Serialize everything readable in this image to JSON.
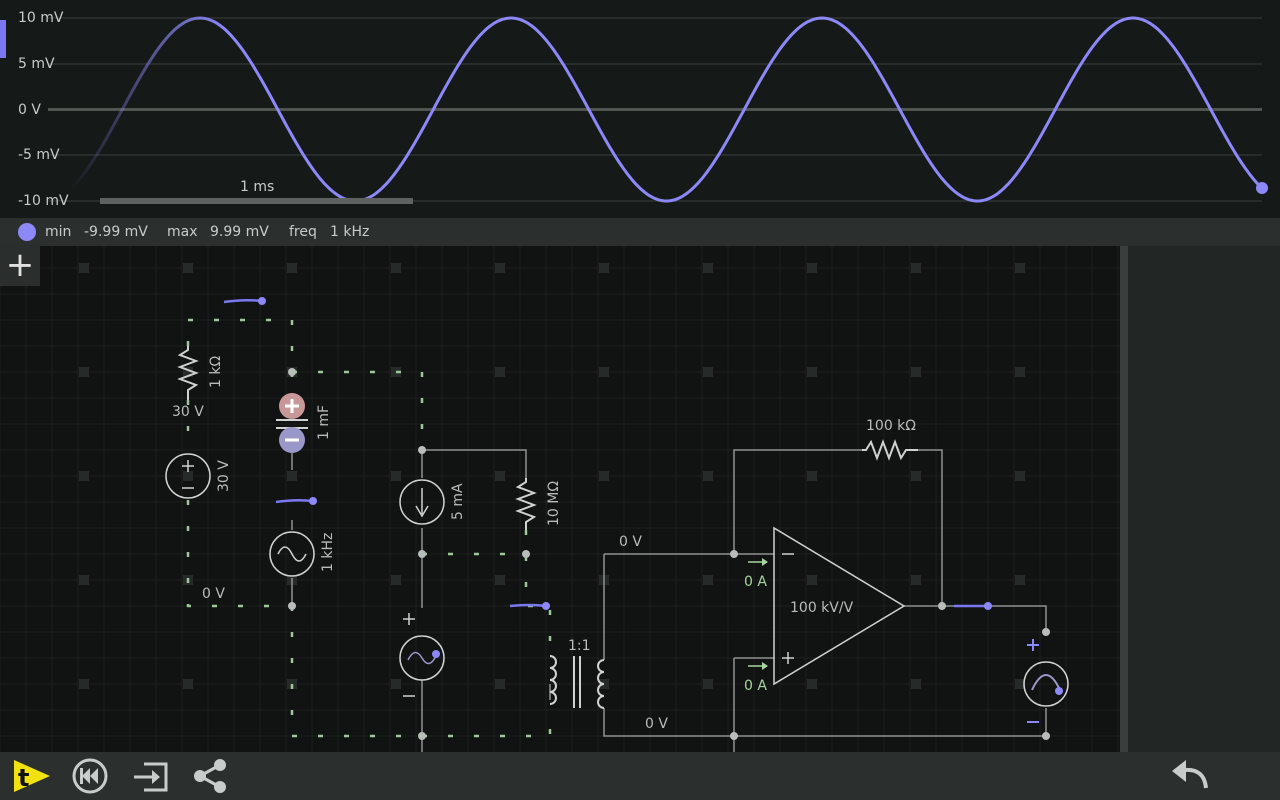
{
  "scope": {
    "y_labels": [
      "10 mV",
      "5 mV",
      "0 V",
      "-5 mV",
      "-10 mV"
    ],
    "time_label": "1 ms",
    "trace_color": "#8c88f8"
  },
  "stats": {
    "min_label": "min",
    "min_value": "-9.99 mV",
    "max_label": "max",
    "max_value": "9.99 mV",
    "freq_label": "freq",
    "freq_value": "1 kHz"
  },
  "add_button_label": "+",
  "circuit": {
    "r1": "1 kΩ",
    "v30a": "30 V",
    "v30b": "30 V",
    "cap": "1 mF",
    "ac_freq": "1 kHz",
    "node_0v_left": "0 V",
    "current_source": "5 mA",
    "r2": "10 MΩ",
    "xfmr_ratio": "1:1",
    "node_0v_top": "0 V",
    "node_0v_bottom": "0 V",
    "opamp_in_neg_current": "0 A",
    "opamp_in_pos_current": "0 A",
    "opamp_gain": "100 kV/V",
    "feedback_r": "100 kΩ"
  },
  "toolbar": {
    "items": [
      "logo-icon",
      "rewind-icon",
      "export-icon",
      "share-icon",
      "undo-icon"
    ]
  },
  "colors": {
    "accent": "#8c88f8",
    "logo": "#f2e20f",
    "active_wire": "#a9d6a0"
  }
}
